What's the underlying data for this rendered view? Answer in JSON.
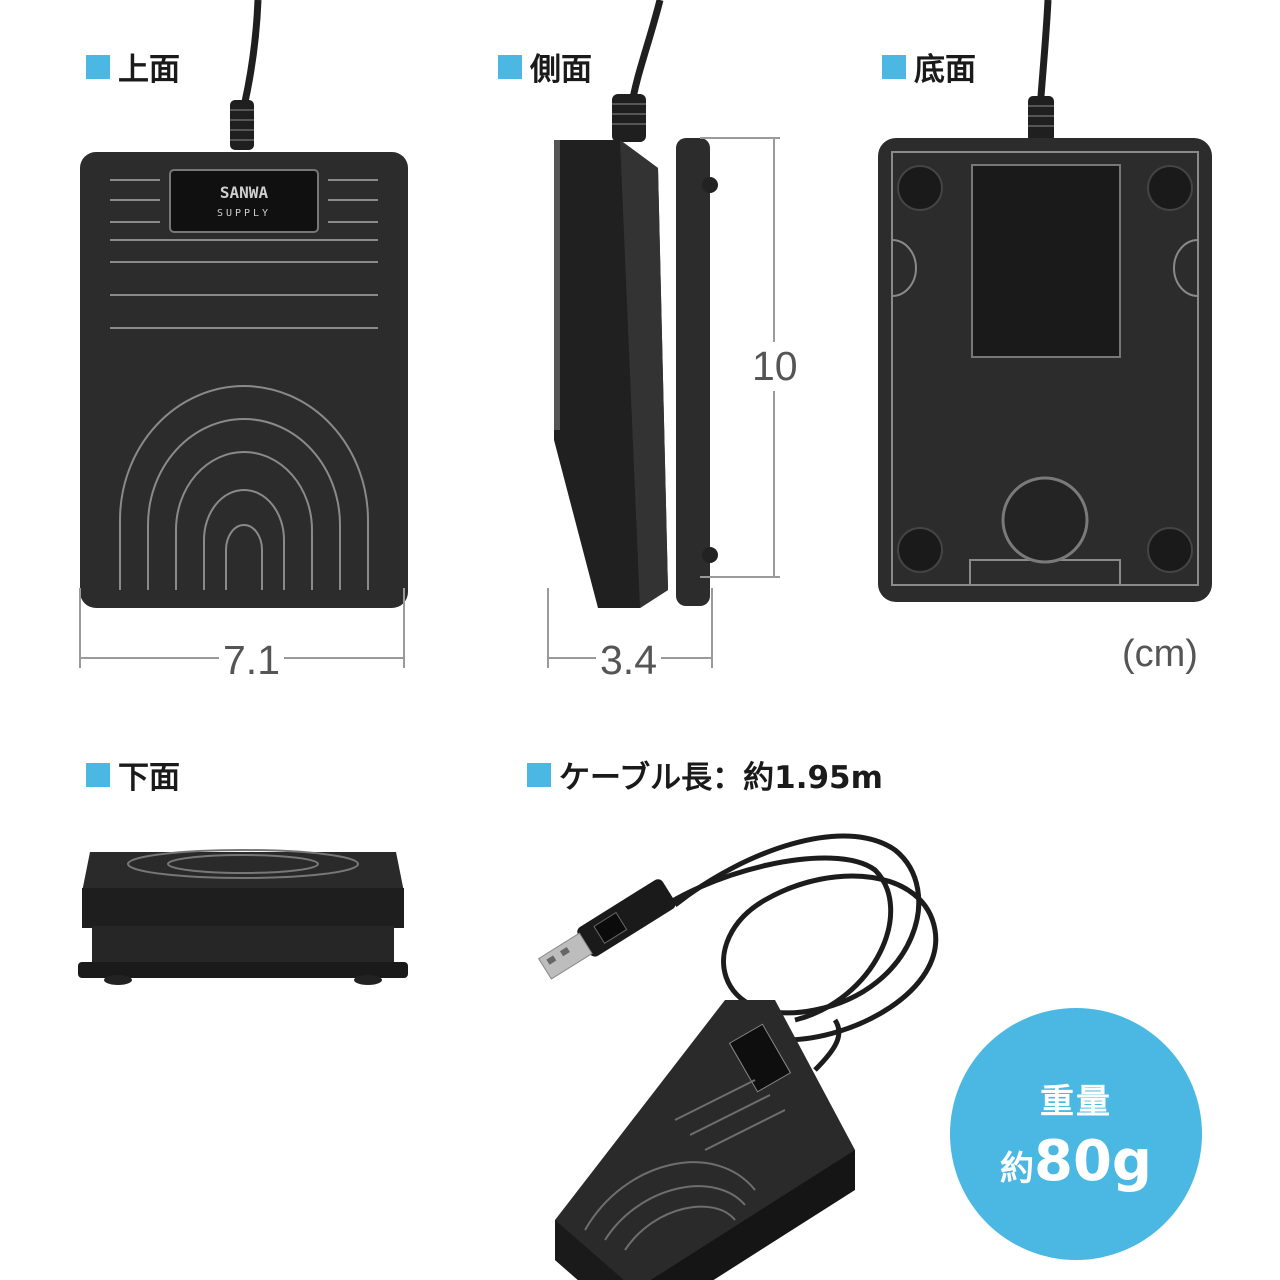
{
  "theme": {
    "accent": "#4bb8e3",
    "body": "#2c2c2c",
    "line": "#8a8a8a",
    "dimline": "#9a9a9a"
  },
  "views": {
    "top": {
      "label": "上面"
    },
    "side": {
      "label": "側面"
    },
    "bottom": {
      "label": "底面"
    },
    "front": {
      "label": "下面"
    },
    "cable": {
      "label": "ケーブル長：約1.95m"
    }
  },
  "dimensions": {
    "width": "7.1",
    "depth": "3.4",
    "height": "10",
    "unit": "(cm)"
  },
  "brand": {
    "line1": "SANWA",
    "line2": "SUPPLY"
  },
  "weight": {
    "title": "重量",
    "prefix": "約",
    "value": "80g"
  },
  "icons": [
    "square-bullet-icon",
    "pedal-top-illustration",
    "pedal-side-illustration",
    "pedal-bottom-illustration",
    "pedal-front-illustration",
    "usb-pedal-illustration"
  ]
}
